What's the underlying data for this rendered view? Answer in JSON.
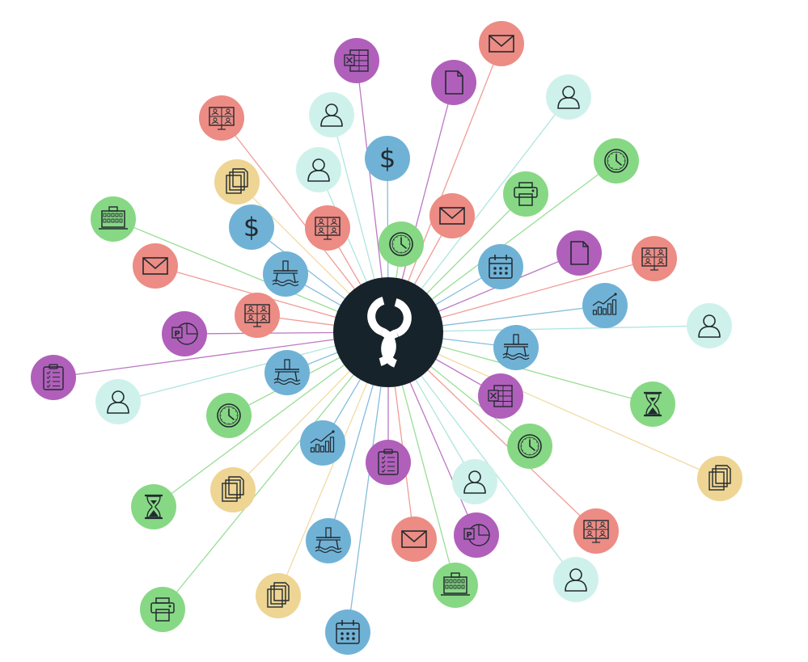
{
  "palette": {
    "red": "#EC8C84",
    "purple": "#B060BA",
    "green": "#87D884",
    "blue": "#70B2D6",
    "cyan": "#CFF1EC",
    "yellow": "#EED593",
    "hub": "#16232A",
    "icon_stroke": "#222A30",
    "hub_icon": "#ffffff"
  },
  "hub": {
    "name": "central-hub-logo",
    "icon": "interlocked-s-logo"
  },
  "nodes": [
    {
      "name": "node-excel-top",
      "icon": "excel-icon",
      "color": "purple"
    },
    {
      "name": "node-mail-top",
      "icon": "mail-icon",
      "color": "red"
    },
    {
      "name": "node-doc-top",
      "icon": "document-icon",
      "color": "purple"
    },
    {
      "name": "node-user-top-right",
      "icon": "user-icon",
      "color": "cyan"
    },
    {
      "name": "node-meeting-top-left",
      "icon": "meeting-icon",
      "color": "red"
    },
    {
      "name": "node-user-top-left",
      "icon": "user-icon",
      "color": "cyan"
    },
    {
      "name": "node-dollar-top",
      "icon": "dollar-icon",
      "color": "blue"
    },
    {
      "name": "node-clock-top-right",
      "icon": "clock-icon",
      "color": "green"
    },
    {
      "name": "node-files-top-left",
      "icon": "files-icon",
      "color": "yellow"
    },
    {
      "name": "node-user-upper-left",
      "icon": "user-icon",
      "color": "cyan"
    },
    {
      "name": "node-printer-upper-right",
      "icon": "printer-icon",
      "color": "green"
    },
    {
      "name": "node-office-left",
      "icon": "office-building-icon",
      "color": "green"
    },
    {
      "name": "node-dollar-left",
      "icon": "dollar-icon",
      "color": "blue"
    },
    {
      "name": "node-meeting-upper",
      "icon": "meeting-icon",
      "color": "red"
    },
    {
      "name": "node-mail-upper",
      "icon": "mail-icon",
      "color": "red"
    },
    {
      "name": "node-clock-upper",
      "icon": "clock-icon",
      "color": "green"
    },
    {
      "name": "node-mail-left",
      "icon": "mail-icon",
      "color": "red"
    },
    {
      "name": "node-oilrig-upper-left",
      "icon": "oil-rig-icon",
      "color": "blue"
    },
    {
      "name": "node-calendar-upper-right",
      "icon": "calendar-icon",
      "color": "blue"
    },
    {
      "name": "node-doc-right",
      "icon": "document-icon",
      "color": "purple"
    },
    {
      "name": "node-meeting-right",
      "icon": "meeting-icon",
      "color": "red"
    },
    {
      "name": "node-chart-right",
      "icon": "growth-chart-icon",
      "color": "blue"
    },
    {
      "name": "node-meeting-left",
      "icon": "meeting-icon",
      "color": "red"
    },
    {
      "name": "node-powerpoint-left",
      "icon": "powerpoint-icon",
      "color": "purple"
    },
    {
      "name": "node-user-far-right",
      "icon": "user-icon",
      "color": "cyan"
    },
    {
      "name": "node-oilrig-right",
      "icon": "oil-rig-icon",
      "color": "blue"
    },
    {
      "name": "node-clipboard-left",
      "icon": "clipboard-icon",
      "color": "purple"
    },
    {
      "name": "node-oilrig-left",
      "icon": "oil-rig-icon",
      "color": "blue"
    },
    {
      "name": "node-excel-right",
      "icon": "excel-icon",
      "color": "purple"
    },
    {
      "name": "node-user-left",
      "icon": "user-icon",
      "color": "cyan"
    },
    {
      "name": "node-hourglass-right",
      "icon": "hourglass-icon",
      "color": "green"
    },
    {
      "name": "node-clock-left",
      "icon": "clock-icon",
      "color": "green"
    },
    {
      "name": "node-clock-lower-right",
      "icon": "clock-icon",
      "color": "green"
    },
    {
      "name": "node-chart-lower",
      "icon": "growth-chart-icon",
      "color": "blue"
    },
    {
      "name": "node-clipboard-lower",
      "icon": "clipboard-icon",
      "color": "purple"
    },
    {
      "name": "node-files-far-right",
      "icon": "files-icon",
      "color": "yellow"
    },
    {
      "name": "node-user-lower",
      "icon": "user-icon",
      "color": "cyan"
    },
    {
      "name": "node-files-lower-left",
      "icon": "files-icon",
      "color": "yellow"
    },
    {
      "name": "node-hourglass-lower-left",
      "icon": "hourglass-icon",
      "color": "green"
    },
    {
      "name": "node-powerpoint-lower",
      "icon": "powerpoint-icon",
      "color": "purple"
    },
    {
      "name": "node-meeting-lower-right",
      "icon": "meeting-icon",
      "color": "red"
    },
    {
      "name": "node-oilrig-lower",
      "icon": "oil-rig-icon",
      "color": "blue"
    },
    {
      "name": "node-mail-lower",
      "icon": "mail-icon",
      "color": "red"
    },
    {
      "name": "node-user-lower-right",
      "icon": "user-icon",
      "color": "cyan"
    },
    {
      "name": "node-office-lower",
      "icon": "office-building-icon",
      "color": "green"
    },
    {
      "name": "node-printer-lower-left",
      "icon": "printer-icon",
      "color": "green"
    },
    {
      "name": "node-files-bottom",
      "icon": "files-icon",
      "color": "yellow"
    },
    {
      "name": "node-calendar-bottom",
      "icon": "calendar-icon",
      "color": "blue"
    }
  ]
}
